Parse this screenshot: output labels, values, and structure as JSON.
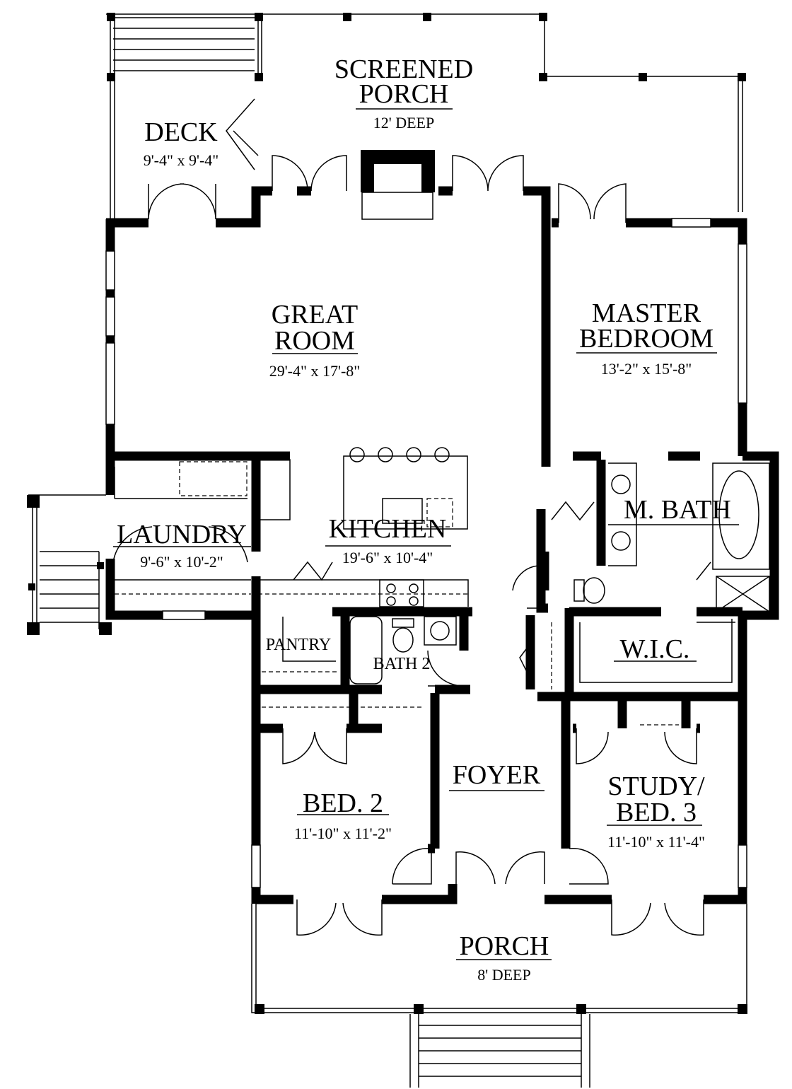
{
  "plan": {
    "rooms": [
      {
        "id": "screened-porch",
        "name_lines": [
          "SCREENED",
          "PORCH"
        ],
        "dim": "12' DEEP"
      },
      {
        "id": "deck",
        "name_lines": [
          "DECK"
        ],
        "dim": "9'-4\" x 9'-4\""
      },
      {
        "id": "great-room",
        "name_lines": [
          "GREAT",
          "ROOM"
        ],
        "dim": "29'-4\" x 17'-8\""
      },
      {
        "id": "master-bedroom",
        "name_lines": [
          "MASTER",
          "BEDROOM"
        ],
        "dim": "13'-2\" x 15'-8\""
      },
      {
        "id": "laundry",
        "name_lines": [
          "LAUNDRY"
        ],
        "dim": "9'-6\" x 10'-2\""
      },
      {
        "id": "kitchen",
        "name_lines": [
          "KITCHEN"
        ],
        "dim": "19'-6\" x 10'-4\""
      },
      {
        "id": "m-bath",
        "name_lines": [
          "M. BATH"
        ],
        "dim": ""
      },
      {
        "id": "pantry",
        "name_lines": [
          "PANTRY"
        ],
        "dim": ""
      },
      {
        "id": "bath-2",
        "name_lines": [
          "BATH 2"
        ],
        "dim": ""
      },
      {
        "id": "wic",
        "name_lines": [
          "W.I.C."
        ],
        "dim": ""
      },
      {
        "id": "foyer",
        "name_lines": [
          "FOYER"
        ],
        "dim": ""
      },
      {
        "id": "bed-2",
        "name_lines": [
          "BED. 2"
        ],
        "dim": "11'-10\" x 11'-2\""
      },
      {
        "id": "study-bed-3",
        "name_lines": [
          "STUDY/",
          "BED. 3"
        ],
        "dim": "11'-10\" x 11'-4\""
      },
      {
        "id": "porch",
        "name_lines": [
          "PORCH"
        ],
        "dim": "8' DEEP"
      }
    ]
  }
}
